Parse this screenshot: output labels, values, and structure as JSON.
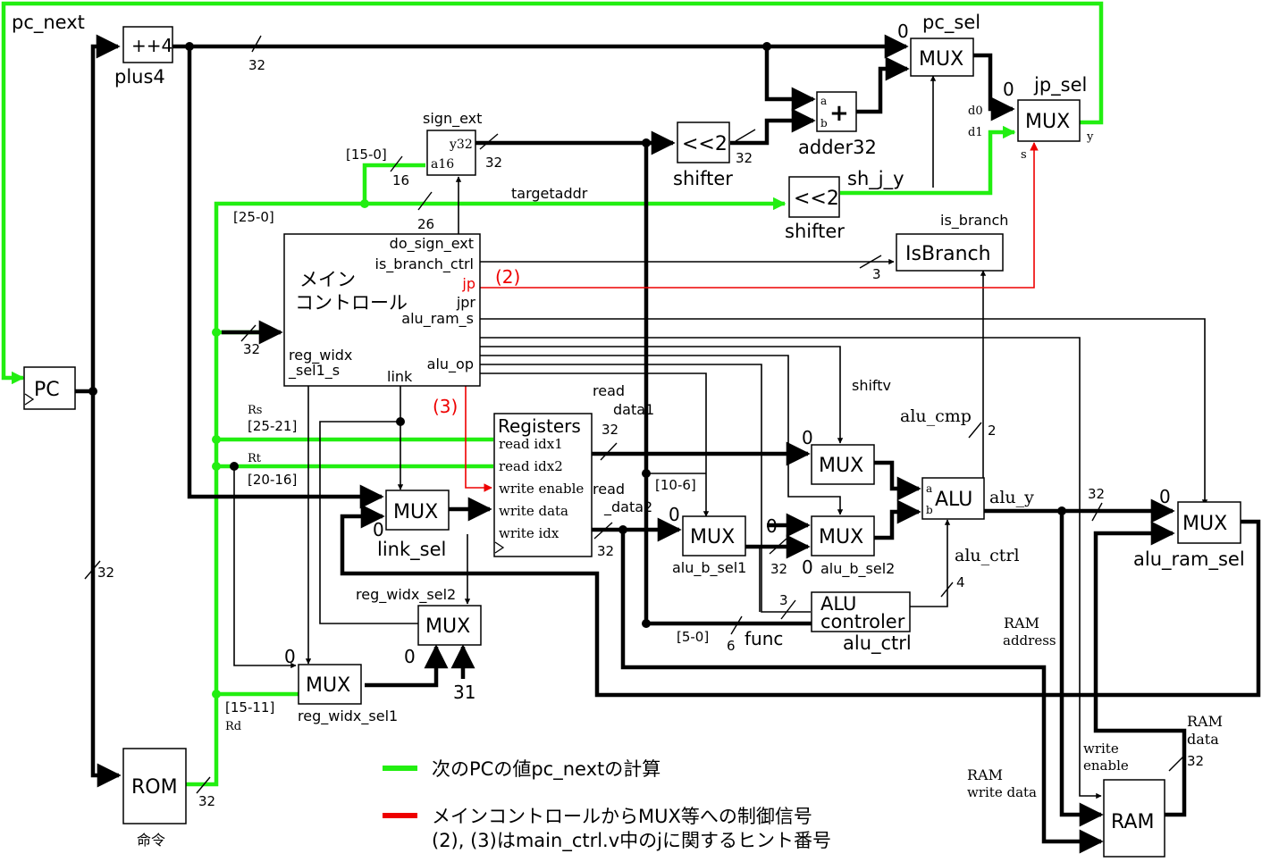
{
  "blocks": {
    "plus4": {
      "name": "++4",
      "label": "plus4"
    },
    "pc": "PC",
    "rom": {
      "name": "ROM",
      "label": "命令"
    },
    "sign_ext": {
      "label": "sign_ext",
      "port_a": "a16",
      "port_y": "y32"
    },
    "shifter1": {
      "name": "<<2",
      "label": "shifter"
    },
    "shifter2": {
      "name": "<<2",
      "label": "shifter"
    },
    "adder": {
      "name": "+",
      "label": "adder32",
      "port_a": "a",
      "port_b": "b"
    },
    "pc_sel": {
      "name": "MUX",
      "label": "pc_sel",
      "zero": "0"
    },
    "jp_sel": {
      "name": "MUX",
      "label": "jp_sel",
      "zero": "0",
      "d0": "d0",
      "d1": "d1",
      "s": "s",
      "y": "y"
    },
    "main_ctrl": {
      "title_line1": "メイン",
      "title_line2": "コントロール",
      "ports": [
        "do_sign_ext",
        "is_branch_ctrl",
        "jp",
        "jpr",
        "alu_ram_s",
        "alu_op",
        "link"
      ],
      "reg_widx_line1": "reg_widx",
      "reg_widx_line2": "_sel1_s"
    },
    "isbranch": {
      "name": "IsBranch",
      "out": "is_branch"
    },
    "registers": {
      "title": "Registers",
      "ports": [
        "read idx1",
        "read idx2",
        "write enable",
        "write data",
        "write idx"
      ],
      "read1_line1": "read",
      "read1_line2": "data1",
      "read2_line1": "read",
      "read2_line2": "_data2"
    },
    "mux_link": {
      "name": "MUX",
      "label": "link_sel",
      "zero": "0"
    },
    "mux_regwidx2": {
      "name": "MUX",
      "label": "reg_widx_sel2",
      "zero": "0",
      "const": "31"
    },
    "mux_regwidx1": {
      "name": "MUX",
      "label": "reg_widx_sel1",
      "zero": "0"
    },
    "mux_alu_b1": {
      "name": "MUX",
      "label": "alu_b_sel1",
      "zero": "0"
    },
    "mux_shift": {
      "name": "MUX",
      "zero": "0",
      "sig": "shiftv"
    },
    "mux_alu_b2": {
      "name": "MUX",
      "label": "alu_b_sel2",
      "zero_top": "0",
      "zero_bottom": "0"
    },
    "alu": {
      "name": "ALU",
      "port_a": "a",
      "port_b": "b",
      "out": "alu_y",
      "cmp": "alu_cmp",
      "ctrl": "alu_ctrl"
    },
    "alu_controller": {
      "line1": "ALU",
      "line2": "controler",
      "label": "alu_ctrl"
    },
    "mux_alu_ram": {
      "name": "MUX",
      "label": "alu_ram_sel",
      "zero": "0"
    },
    "ram": {
      "name": "RAM",
      "address_line1": "RAM",
      "address_line2": "address",
      "data_line1": "RAM",
      "data_line2": "data",
      "we_line1": "write",
      "we_line2": "enable",
      "wd_line1": "RAM",
      "wd_line2": "write data"
    }
  },
  "signals": {
    "pc_next": "pc_next",
    "targetaddr": "targetaddr",
    "sh_j_y": "sh_j_y",
    "func": "func",
    "hint2": "(2)",
    "hint3": "(3)"
  },
  "bit_ranges": {
    "imm": "[15-0]",
    "target": "[25-0]",
    "rs": "[25-21]",
    "rt": "[20-16]",
    "rd": "[15-11]",
    "shamt": "[10-6]",
    "funct": "[5-0]",
    "rs_name": "Rs",
    "rt_name": "Rt",
    "rd_name": "Rd"
  },
  "widths": {
    "w32": "32",
    "w16": "16",
    "w26": "26",
    "w3": "3",
    "w2": "2",
    "w4": "4",
    "w6": "6"
  },
  "legend": {
    "green_text": "次のPCの値pc_nextの計算",
    "red_text_line1": "メインコントロールからMUX等への制御信号",
    "red_text_line2": "(2), (3)はmain_ctrl.v中のjに関するヒント番号"
  },
  "colors": {
    "green": "#22ee11",
    "red": "#ee0000",
    "black": "#000000"
  }
}
